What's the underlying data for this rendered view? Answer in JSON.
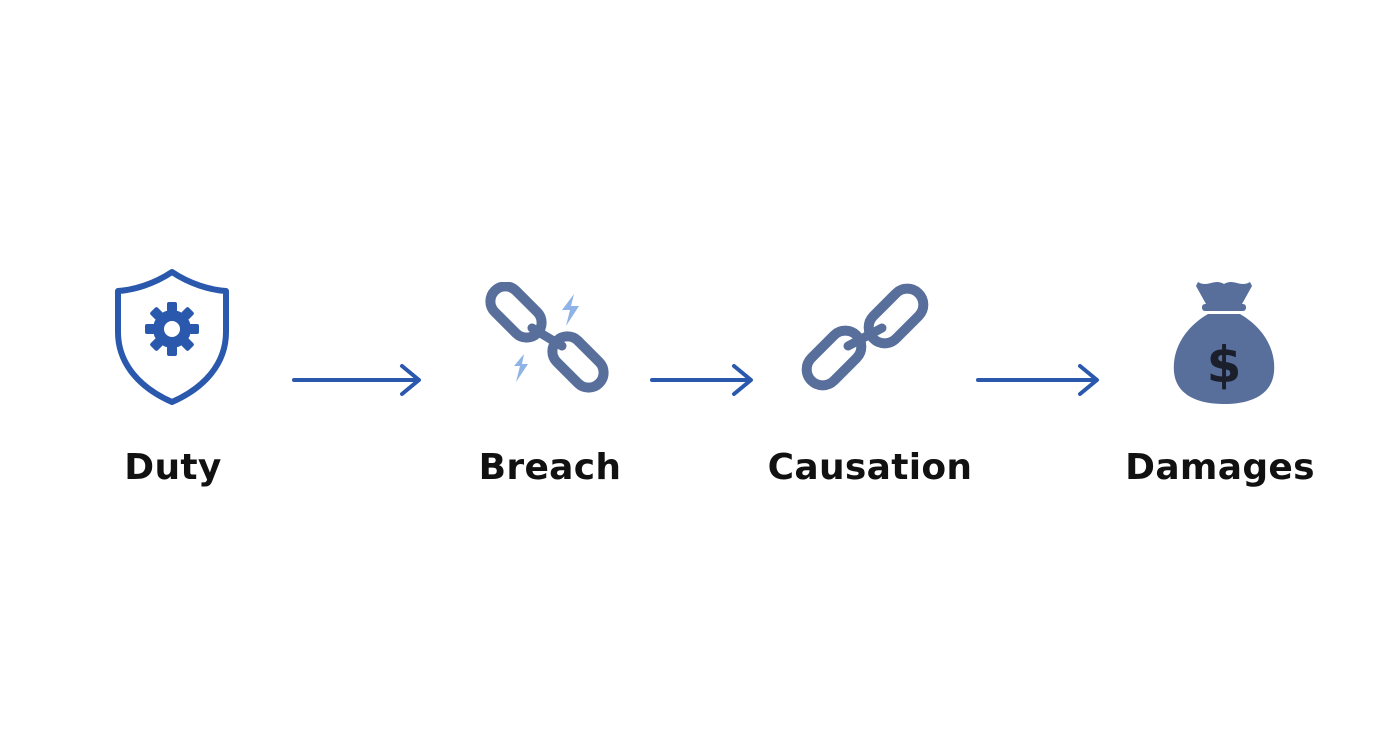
{
  "steps": [
    {
      "label": "Duty",
      "icon": "shield-gear-icon"
    },
    {
      "label": "Breach",
      "icon": "broken-chain-icon"
    },
    {
      "label": "Causation",
      "icon": "chain-link-icon"
    },
    {
      "label": "Damages",
      "icon": "money-bag-icon"
    }
  ],
  "colors": {
    "accent": "#2a58ad",
    "icon_fill": "#586f9c",
    "spark": "#8fb3e6",
    "text": "#111111",
    "background": "#ffffff"
  }
}
